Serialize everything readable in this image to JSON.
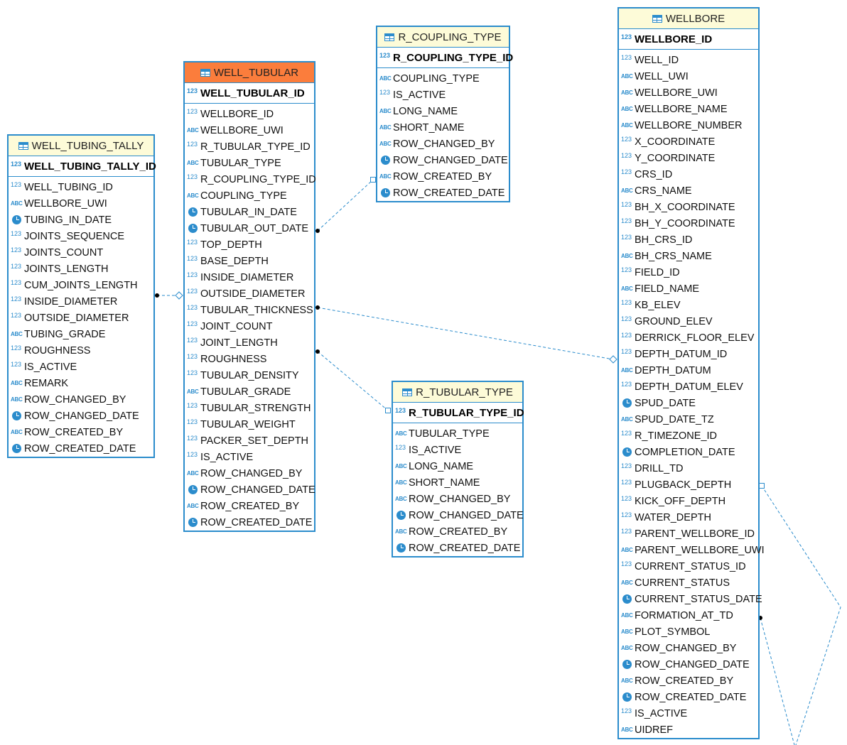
{
  "entities": {
    "well_tubular": {
      "name": "WELL_TUBULAR",
      "pk": {
        "type": "123",
        "name": "WELL_TUBULAR_ID"
      },
      "columns": [
        {
          "type": "123",
          "name": "WELLBORE_ID"
        },
        {
          "type": "ABC",
          "name": "WELLBORE_UWI"
        },
        {
          "type": "123",
          "name": "R_TUBULAR_TYPE_ID"
        },
        {
          "type": "ABC",
          "name": "TUBULAR_TYPE"
        },
        {
          "type": "123",
          "name": "R_COUPLING_TYPE_ID"
        },
        {
          "type": "ABC",
          "name": "COUPLING_TYPE"
        },
        {
          "type": "date",
          "name": "TUBULAR_IN_DATE"
        },
        {
          "type": "date",
          "name": "TUBULAR_OUT_DATE"
        },
        {
          "type": "123",
          "name": "TOP_DEPTH"
        },
        {
          "type": "123",
          "name": "BASE_DEPTH"
        },
        {
          "type": "123",
          "name": "INSIDE_DIAMETER"
        },
        {
          "type": "123",
          "name": "OUTSIDE_DIAMETER"
        },
        {
          "type": "123",
          "name": "TUBULAR_THICKNESS"
        },
        {
          "type": "123",
          "name": "JOINT_COUNT"
        },
        {
          "type": "123",
          "name": "JOINT_LENGTH"
        },
        {
          "type": "123",
          "name": "ROUGHNESS"
        },
        {
          "type": "123",
          "name": "TUBULAR_DENSITY"
        },
        {
          "type": "ABC",
          "name": "TUBULAR_GRADE"
        },
        {
          "type": "123",
          "name": "TUBULAR_STRENGTH"
        },
        {
          "type": "123",
          "name": "TUBULAR_WEIGHT"
        },
        {
          "type": "123",
          "name": "PACKER_SET_DEPTH"
        },
        {
          "type": "123",
          "name": "IS_ACTIVE"
        },
        {
          "type": "ABC",
          "name": "ROW_CHANGED_BY"
        },
        {
          "type": "date",
          "name": "ROW_CHANGED_DATE"
        },
        {
          "type": "ABC",
          "name": "ROW_CREATED_BY"
        },
        {
          "type": "date",
          "name": "ROW_CREATED_DATE"
        }
      ]
    },
    "well_tubing_tally": {
      "name": "WELL_TUBING_TALLY",
      "pk": {
        "type": "123",
        "name": "WELL_TUBING_TALLY_ID"
      },
      "columns": [
        {
          "type": "123",
          "name": "WELL_TUBING_ID"
        },
        {
          "type": "ABC",
          "name": "WELLBORE_UWI"
        },
        {
          "type": "date",
          "name": "TUBING_IN_DATE"
        },
        {
          "type": "123",
          "name": "JOINTS_SEQUENCE"
        },
        {
          "type": "123",
          "name": "JOINTS_COUNT"
        },
        {
          "type": "123",
          "name": "JOINTS_LENGTH"
        },
        {
          "type": "123",
          "name": "CUM_JOINTS_LENGTH"
        },
        {
          "type": "123",
          "name": "INSIDE_DIAMETER"
        },
        {
          "type": "123",
          "name": "OUTSIDE_DIAMETER"
        },
        {
          "type": "ABC",
          "name": "TUBING_GRADE"
        },
        {
          "type": "123",
          "name": "ROUGHNESS"
        },
        {
          "type": "123",
          "name": "IS_ACTIVE"
        },
        {
          "type": "ABC",
          "name": "REMARK"
        },
        {
          "type": "ABC",
          "name": "ROW_CHANGED_BY"
        },
        {
          "type": "date",
          "name": "ROW_CHANGED_DATE"
        },
        {
          "type": "ABC",
          "name": "ROW_CREATED_BY"
        },
        {
          "type": "date",
          "name": "ROW_CREATED_DATE"
        }
      ]
    },
    "r_coupling_type": {
      "name": "R_COUPLING_TYPE",
      "pk": {
        "type": "123",
        "name": "R_COUPLING_TYPE_ID"
      },
      "columns": [
        {
          "type": "ABC",
          "name": "COUPLING_TYPE"
        },
        {
          "type": "123",
          "name": "IS_ACTIVE"
        },
        {
          "type": "ABC",
          "name": "LONG_NAME"
        },
        {
          "type": "ABC",
          "name": "SHORT_NAME"
        },
        {
          "type": "ABC",
          "name": "ROW_CHANGED_BY"
        },
        {
          "type": "date",
          "name": "ROW_CHANGED_DATE"
        },
        {
          "type": "ABC",
          "name": "ROW_CREATED_BY"
        },
        {
          "type": "date",
          "name": "ROW_CREATED_DATE"
        }
      ]
    },
    "r_tubular_type": {
      "name": "R_TUBULAR_TYPE",
      "pk": {
        "type": "123",
        "name": "R_TUBULAR_TYPE_ID"
      },
      "columns": [
        {
          "type": "ABC",
          "name": "TUBULAR_TYPE"
        },
        {
          "type": "123",
          "name": "IS_ACTIVE"
        },
        {
          "type": "ABC",
          "name": "LONG_NAME"
        },
        {
          "type": "ABC",
          "name": "SHORT_NAME"
        },
        {
          "type": "ABC",
          "name": "ROW_CHANGED_BY"
        },
        {
          "type": "date",
          "name": "ROW_CHANGED_DATE"
        },
        {
          "type": "ABC",
          "name": "ROW_CREATED_BY"
        },
        {
          "type": "date",
          "name": "ROW_CREATED_DATE"
        }
      ]
    },
    "wellbore": {
      "name": "WELLBORE",
      "pk": {
        "type": "123",
        "name": "WELLBORE_ID"
      },
      "columns": [
        {
          "type": "123",
          "name": "WELL_ID"
        },
        {
          "type": "ABC",
          "name": "WELL_UWI"
        },
        {
          "type": "ABC",
          "name": "WELLBORE_UWI"
        },
        {
          "type": "ABC",
          "name": "WELLBORE_NAME"
        },
        {
          "type": "ABC",
          "name": "WELLBORE_NUMBER"
        },
        {
          "type": "123",
          "name": "X_COORDINATE"
        },
        {
          "type": "123",
          "name": "Y_COORDINATE"
        },
        {
          "type": "123",
          "name": "CRS_ID"
        },
        {
          "type": "ABC",
          "name": "CRS_NAME"
        },
        {
          "type": "123",
          "name": "BH_X_COORDINATE"
        },
        {
          "type": "123",
          "name": "BH_Y_COORDINATE"
        },
        {
          "type": "123",
          "name": "BH_CRS_ID"
        },
        {
          "type": "ABC",
          "name": "BH_CRS_NAME"
        },
        {
          "type": "123",
          "name": "FIELD_ID"
        },
        {
          "type": "ABC",
          "name": "FIELD_NAME"
        },
        {
          "type": "123",
          "name": "KB_ELEV"
        },
        {
          "type": "123",
          "name": "GROUND_ELEV"
        },
        {
          "type": "123",
          "name": "DERRICK_FLOOR_ELEV"
        },
        {
          "type": "123",
          "name": "DEPTH_DATUM_ID"
        },
        {
          "type": "ABC",
          "name": "DEPTH_DATUM"
        },
        {
          "type": "123",
          "name": "DEPTH_DATUM_ELEV"
        },
        {
          "type": "date",
          "name": "SPUD_DATE"
        },
        {
          "type": "ABC",
          "name": "SPUD_DATE_TZ"
        },
        {
          "type": "123",
          "name": "R_TIMEZONE_ID"
        },
        {
          "type": "date",
          "name": "COMPLETION_DATE"
        },
        {
          "type": "123",
          "name": "DRILL_TD"
        },
        {
          "type": "123",
          "name": "PLUGBACK_DEPTH"
        },
        {
          "type": "123",
          "name": "KICK_OFF_DEPTH"
        },
        {
          "type": "123",
          "name": "WATER_DEPTH"
        },
        {
          "type": "123",
          "name": "PARENT_WELLBORE_ID"
        },
        {
          "type": "ABC",
          "name": "PARENT_WELLBORE_UWI"
        },
        {
          "type": "123",
          "name": "CURRENT_STATUS_ID"
        },
        {
          "type": "ABC",
          "name": "CURRENT_STATUS"
        },
        {
          "type": "date",
          "name": "CURRENT_STATUS_DATE"
        },
        {
          "type": "ABC",
          "name": "FORMATION_AT_TD"
        },
        {
          "type": "ABC",
          "name": "PLOT_SYMBOL"
        },
        {
          "type": "ABC",
          "name": "ROW_CHANGED_BY"
        },
        {
          "type": "date",
          "name": "ROW_CHANGED_DATE"
        },
        {
          "type": "ABC",
          "name": "ROW_CREATED_BY"
        },
        {
          "type": "date",
          "name": "ROW_CREATED_DATE"
        },
        {
          "type": "123",
          "name": "IS_ACTIVE"
        },
        {
          "type": "ABC",
          "name": "UIDREF"
        }
      ]
    }
  },
  "colors": {
    "border": "#2b8ccc",
    "header": "#fdfbd8",
    "primary_header": "#fb7d3c",
    "link": "#2b8ccc"
  }
}
